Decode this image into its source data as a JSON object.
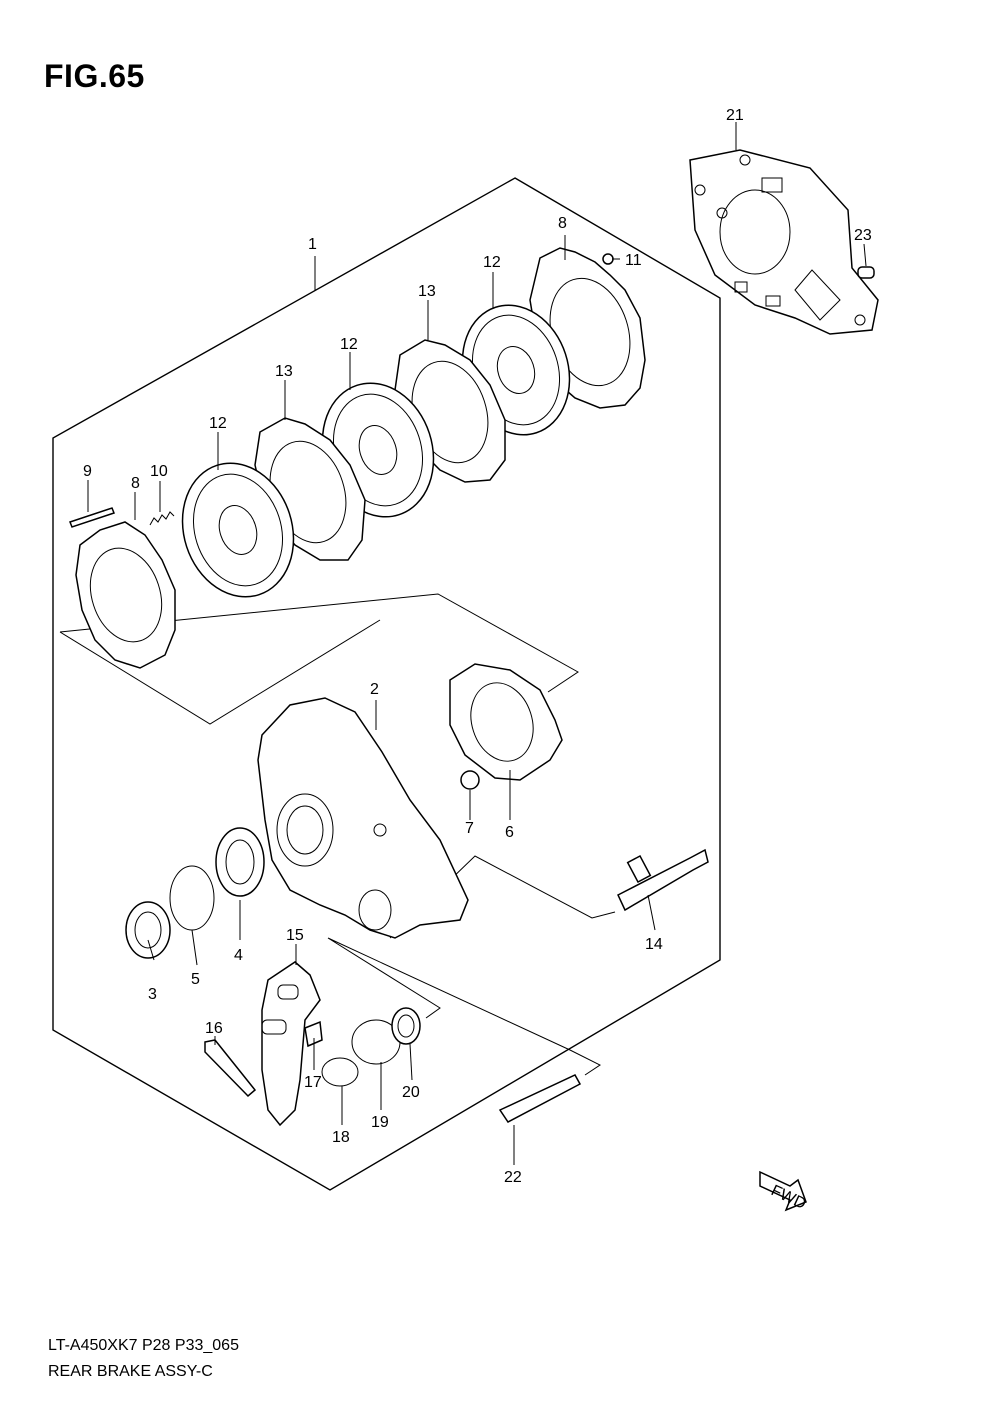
{
  "figure": {
    "title": "FIG.65",
    "model_code": "LT-A450XK7 P28 P33_065",
    "assembly_name": "REAR BRAKE ASSY-C",
    "direction_badge": "FWD"
  },
  "callouts": {
    "c1": "1",
    "c2": "2",
    "c3": "3",
    "c4": "4",
    "c5": "5",
    "c6": "6",
    "c7": "7",
    "c8a": "8",
    "c8b": "8",
    "c9": "9",
    "c10": "10",
    "c11": "11",
    "c12a": "12",
    "c12b": "12",
    "c12c": "12",
    "c13a": "13",
    "c13b": "13",
    "c14": "14",
    "c15": "15",
    "c16": "16",
    "c17": "17",
    "c18": "18",
    "c19": "19",
    "c20": "20",
    "c21": "21",
    "c22": "22",
    "c23": "23"
  },
  "icons": {
    "fwd": "arrow-badge-icon"
  }
}
